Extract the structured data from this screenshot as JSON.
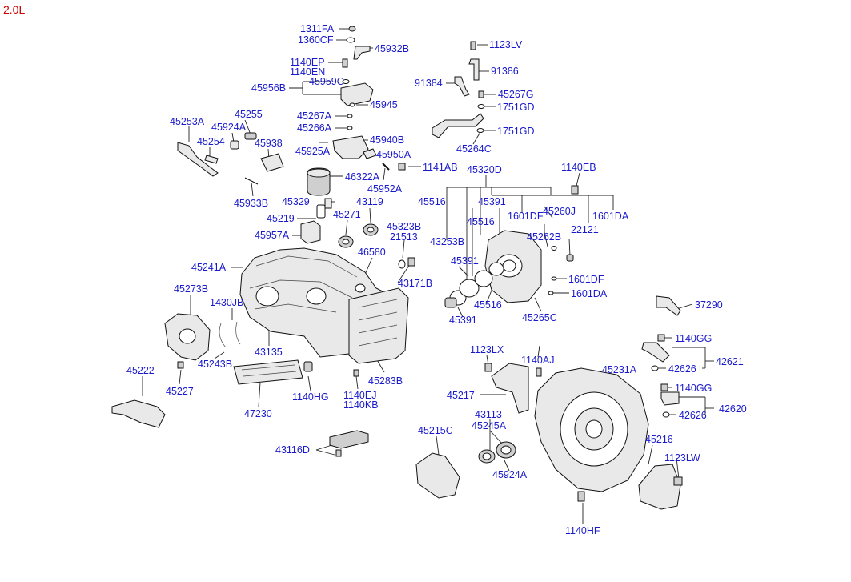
{
  "header": {
    "variant": "2.0L",
    "variant_color": "#cc0000"
  },
  "label_color": "#1a1acc",
  "labels": [
    "1311FA",
    "1360CF",
    "45932B",
    "1140EP",
    "1140EN",
    "45959C",
    "45956B",
    "45945",
    "1123LV",
    "91386",
    "91384",
    "45267G",
    "1751GD",
    "1751GD",
    "45253A",
    "45255",
    "45924A",
    "45254",
    "45938",
    "45267A",
    "45266A",
    "45940B",
    "45925A",
    "45950A",
    "46322A",
    "45952A",
    "1141AB",
    "45264C",
    "45320D",
    "1140EB",
    "45933B",
    "45329",
    "43119",
    "45271",
    "45219",
    "45323B",
    "21513",
    "45957A",
    "45516",
    "45391",
    "1601DF",
    "45260J",
    "1601DA",
    "45262B",
    "22121",
    "43253B",
    "45516",
    "46580",
    "45241A",
    "45391",
    "43171B",
    "1601DF",
    "45273B",
    "45516",
    "1601DA",
    "1430JB",
    "37290",
    "45391",
    "45265C",
    "43135",
    "1140GG",
    "1123LX",
    "42621",
    "1140AJ",
    "42626",
    "45243B",
    "45283B",
    "45222",
    "45231A",
    "1140GG",
    "45227",
    "1140HG",
    "1140EJ",
    "45217",
    "1140KB",
    "42626",
    "42620",
    "47230",
    "43113",
    "45245A",
    "45215C",
    "45216",
    "43116D",
    "1123LW",
    "45924A",
    "1140HF"
  ]
}
